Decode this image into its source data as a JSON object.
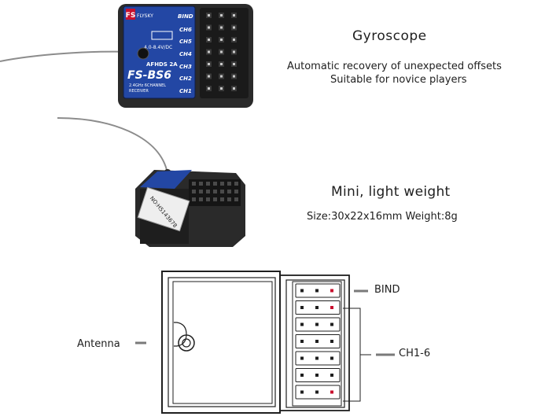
{
  "features": {
    "gyro": {
      "title": "Gyroscope",
      "line1": "Automatic recovery of unexpected offsets",
      "line2": "Suitable for novice players"
    },
    "mini": {
      "title": "Mini, light weight",
      "specs": "Size:30x22x16mm Weight:8g"
    }
  },
  "diagram": {
    "bind_label": "BIND",
    "channels_label": "CH1-6",
    "antenna_label": "Antenna"
  },
  "product": {
    "brand_logo": "FS",
    "brand_name": "FLYSKY",
    "model": "FS-BS6",
    "voltage": "4.0-8.4V/DC",
    "badge": "AFHDS 2A",
    "desc1": "2.4GHz 6CHANNEL",
    "desc2": "RECEIVER",
    "pin_labels": [
      "BIND",
      "CH6",
      "CH5",
      "CH4",
      "CH3",
      "CH2",
      "CH1"
    ],
    "serial": "NO:H5143678"
  },
  "colors": {
    "label_blue": "#1f3f9a",
    "pin_red": "#c8102e"
  }
}
